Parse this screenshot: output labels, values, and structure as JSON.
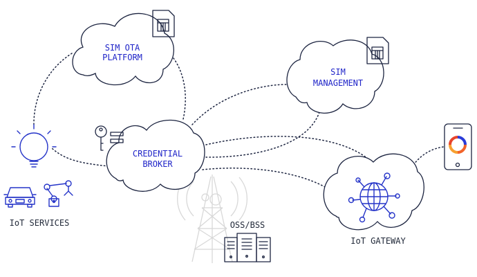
{
  "nodes": {
    "sim_ota": {
      "line1": "SIM OTA",
      "line2": "PLATFORM"
    },
    "sim_management": {
      "line1": "SIM",
      "line2": "MANAGEMENT"
    },
    "credential_broker": {
      "line1": "CREDENTIAL",
      "line2": "BROKER"
    },
    "iot_services": {
      "label": "IoT SERVICES"
    },
    "oss_bss": {
      "label": "OSS/BSS"
    },
    "iot_gateway": {
      "label": "IoT GATEWAY"
    }
  },
  "connections": [
    [
      "sim_ota",
      "iot_services"
    ],
    [
      "sim_ota",
      "credential_broker"
    ],
    [
      "credential_broker",
      "iot_services"
    ],
    [
      "credential_broker",
      "sim_management"
    ],
    [
      "credential_broker",
      "iot_gateway"
    ],
    [
      "sim_management",
      "iot_gateway"
    ],
    [
      "iot_gateway",
      "mobile_device"
    ]
  ],
  "colors": {
    "node_text": "#1f24c8",
    "line": "#1c2440",
    "accent_orange": "#f2632a",
    "accent_blue": "#2a3bd8",
    "background_tower": "#d8d8d8"
  },
  "icons": [
    "sim-card-icon",
    "key-icon",
    "lightbulb-icon",
    "car-icon",
    "robot-arm-icon",
    "cell-tower-icon",
    "server-icon",
    "globe-network-icon",
    "smartphone-icon"
  ]
}
